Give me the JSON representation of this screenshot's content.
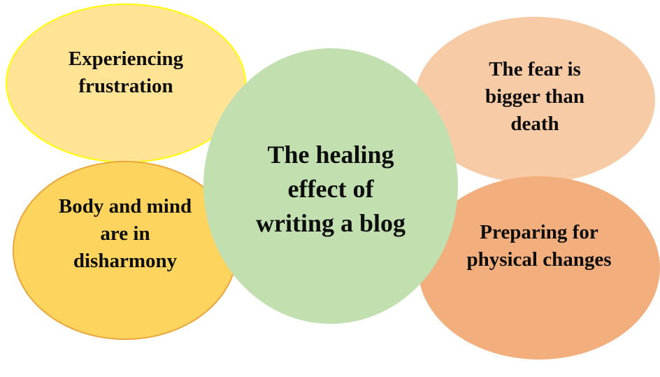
{
  "diagram": {
    "title_hidden": "",
    "center_node": {
      "id": "healing-effect",
      "line1": "The healing",
      "line2": "effect of",
      "line3": "writing a blog",
      "fill": "#C2DFB0"
    },
    "nodes": {
      "frustration": {
        "line1": "Experiencing",
        "line2": "frustration",
        "fill": "#FFE495",
        "border": "#FFFF00"
      },
      "disharmony": {
        "line1": "Body and mind",
        "line2": "are in",
        "line3": "disharmony",
        "fill": "#FDD45D",
        "border": "#E9A63D"
      },
      "fear": {
        "line1": "The fear is",
        "line2": "bigger than",
        "line3": "death",
        "fill": "#F7CBA6"
      },
      "physical": {
        "line1": "Preparing for",
        "line2": "physical changes",
        "fill": "#F2AE7D"
      }
    },
    "text_color": "#0D0D0D",
    "background_color": "#FFFFFF"
  }
}
